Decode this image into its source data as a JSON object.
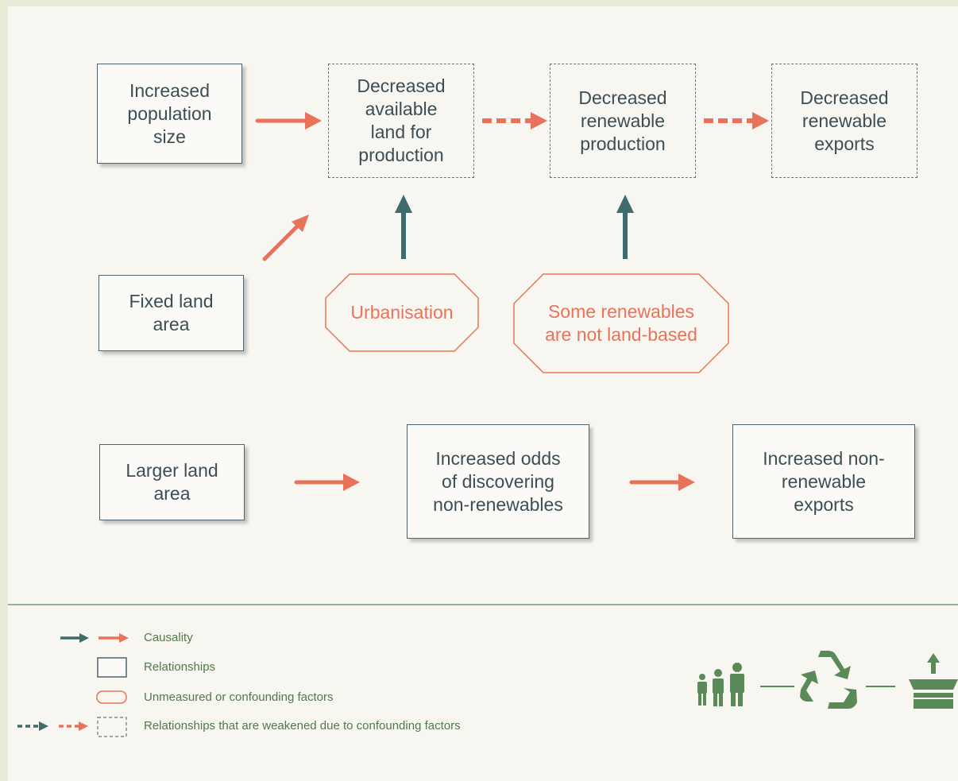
{
  "nodes": {
    "pop": "Increased\npopulation\nsize",
    "land_decreased": "Decreased\navailable\nland for\nproduction",
    "renew_prod": "Decreased\nrenewable\nproduction",
    "renew_exports": "Decreased\nrenewable\nexports",
    "fixed_land": "Fixed land\narea",
    "urbanisation": "Urbanisation",
    "some_renewables": "Some renewables\nare not land-based",
    "larger_land": "Larger land\narea",
    "odds": "Increased odds\nof discovering\nnon-renewables",
    "nonrenew_exports": "Increased non-\nrenewable\nexports"
  },
  "legend": {
    "causality": "Causality",
    "relationships": "Relationships",
    "unmeasured": "Unmeasured or confounding factors",
    "weakened": "Relationships that are weakened due to confounding factors"
  },
  "colors": {
    "orange": "#e8735a",
    "teal": "#3e6b6c",
    "green": "#4f7a4a",
    "box_border": "#4d6470",
    "text": "#3c4e55"
  },
  "icons": [
    "family-icon",
    "recycle-icon",
    "export-box-icon"
  ]
}
